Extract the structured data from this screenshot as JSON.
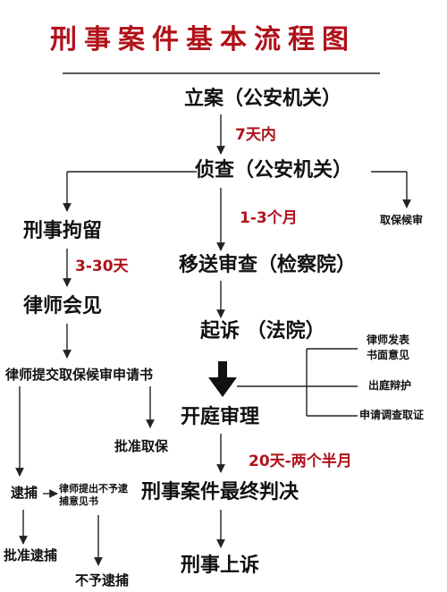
{
  "title": "刑事案件基本流程图",
  "nodes": {
    "filing": "立案（公安机关）",
    "investigation": "侦查（公安机关）",
    "bail": "取保候审",
    "detention": "刑事拘留",
    "transfer": "移送审查（检察院）",
    "prosecution": "起诉 （法院）",
    "lawyer_meet": "律师会见",
    "bail_application": "律师提交取保候审申请书",
    "bail_approved": "批准取保",
    "trial": "开庭审理",
    "arrest": "逮捕",
    "no_arrest_opinion": "律师提出不予逮捕意见书",
    "final_judgment": "刑事案件最终判决",
    "arrest_approved": "批准逮捕",
    "no_arrest": "不予逮捕",
    "appeal": "刑事上诉",
    "opinion_written": "律师发表书面意见",
    "defense": "出庭辩护",
    "evidence_request": "申请调查取证"
  },
  "durations": {
    "filing_to_investigation": "7天内",
    "investigation_to_transfer": "1-3个月",
    "detention_period": "3-30天",
    "trial_to_judgment": "20天-两个半月"
  },
  "colors": {
    "accent": "#b0121b",
    "text": "#111111",
    "line": "#222222"
  }
}
